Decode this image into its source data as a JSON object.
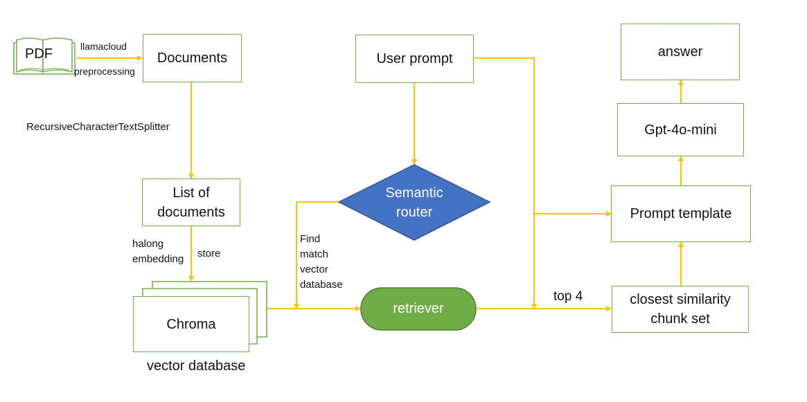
{
  "nodes": {
    "pdf": "PDF",
    "documents": "Documents",
    "list_of_documents": "List of documents",
    "chroma": "Chroma",
    "user_prompt": "User prompt",
    "semantic_router": "Semantic router",
    "retriever": "retriever",
    "answer": "answer",
    "gpt": "Gpt-4o-mini",
    "prompt_template": "Prompt template",
    "closest_chunk": "closest similarity chunk set"
  },
  "labels": {
    "llamacloud": "llamacloud",
    "preprocessing": "preprocessing",
    "splitter": "RecursiveCharacterTextSplitter",
    "halong": "halong embedding",
    "store": "store",
    "vector_database": "vector database",
    "find_match": "Find match vector database",
    "top4": "top 4"
  },
  "colors": {
    "node_border": "#70ad47",
    "arrow": "#ffc000",
    "router_fill": "#4472c4",
    "router_border": "#2f528f",
    "retriever_fill": "#70ad47",
    "retriever_border": "#507e32"
  }
}
